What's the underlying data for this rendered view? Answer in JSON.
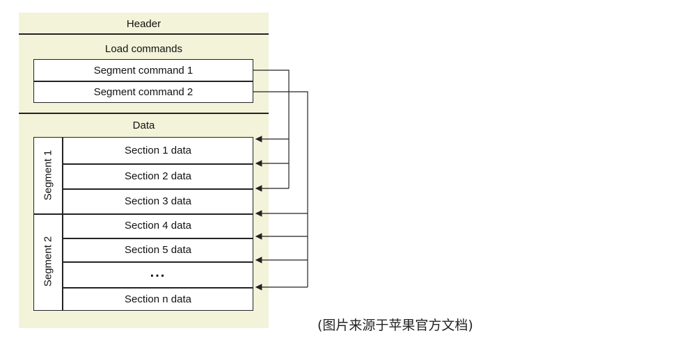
{
  "header": {
    "label": "Header"
  },
  "load_commands": {
    "label": "Load commands",
    "items": [
      "Segment command 1",
      "Segment command 2"
    ]
  },
  "data_region": {
    "label": "Data",
    "segments": [
      {
        "label": "Segment 1",
        "sections": [
          "Section 1 data",
          "Section 2 data",
          "Section 3 data"
        ]
      },
      {
        "label": "Segment 2",
        "sections": [
          "Section 4 data",
          "Section 5 data",
          "...",
          "Section n data"
        ]
      }
    ]
  },
  "caption": "(图片来源于苹果官方文档)",
  "colors": {
    "panel_fill": "#f2f3d9",
    "stroke": "#222222"
  }
}
